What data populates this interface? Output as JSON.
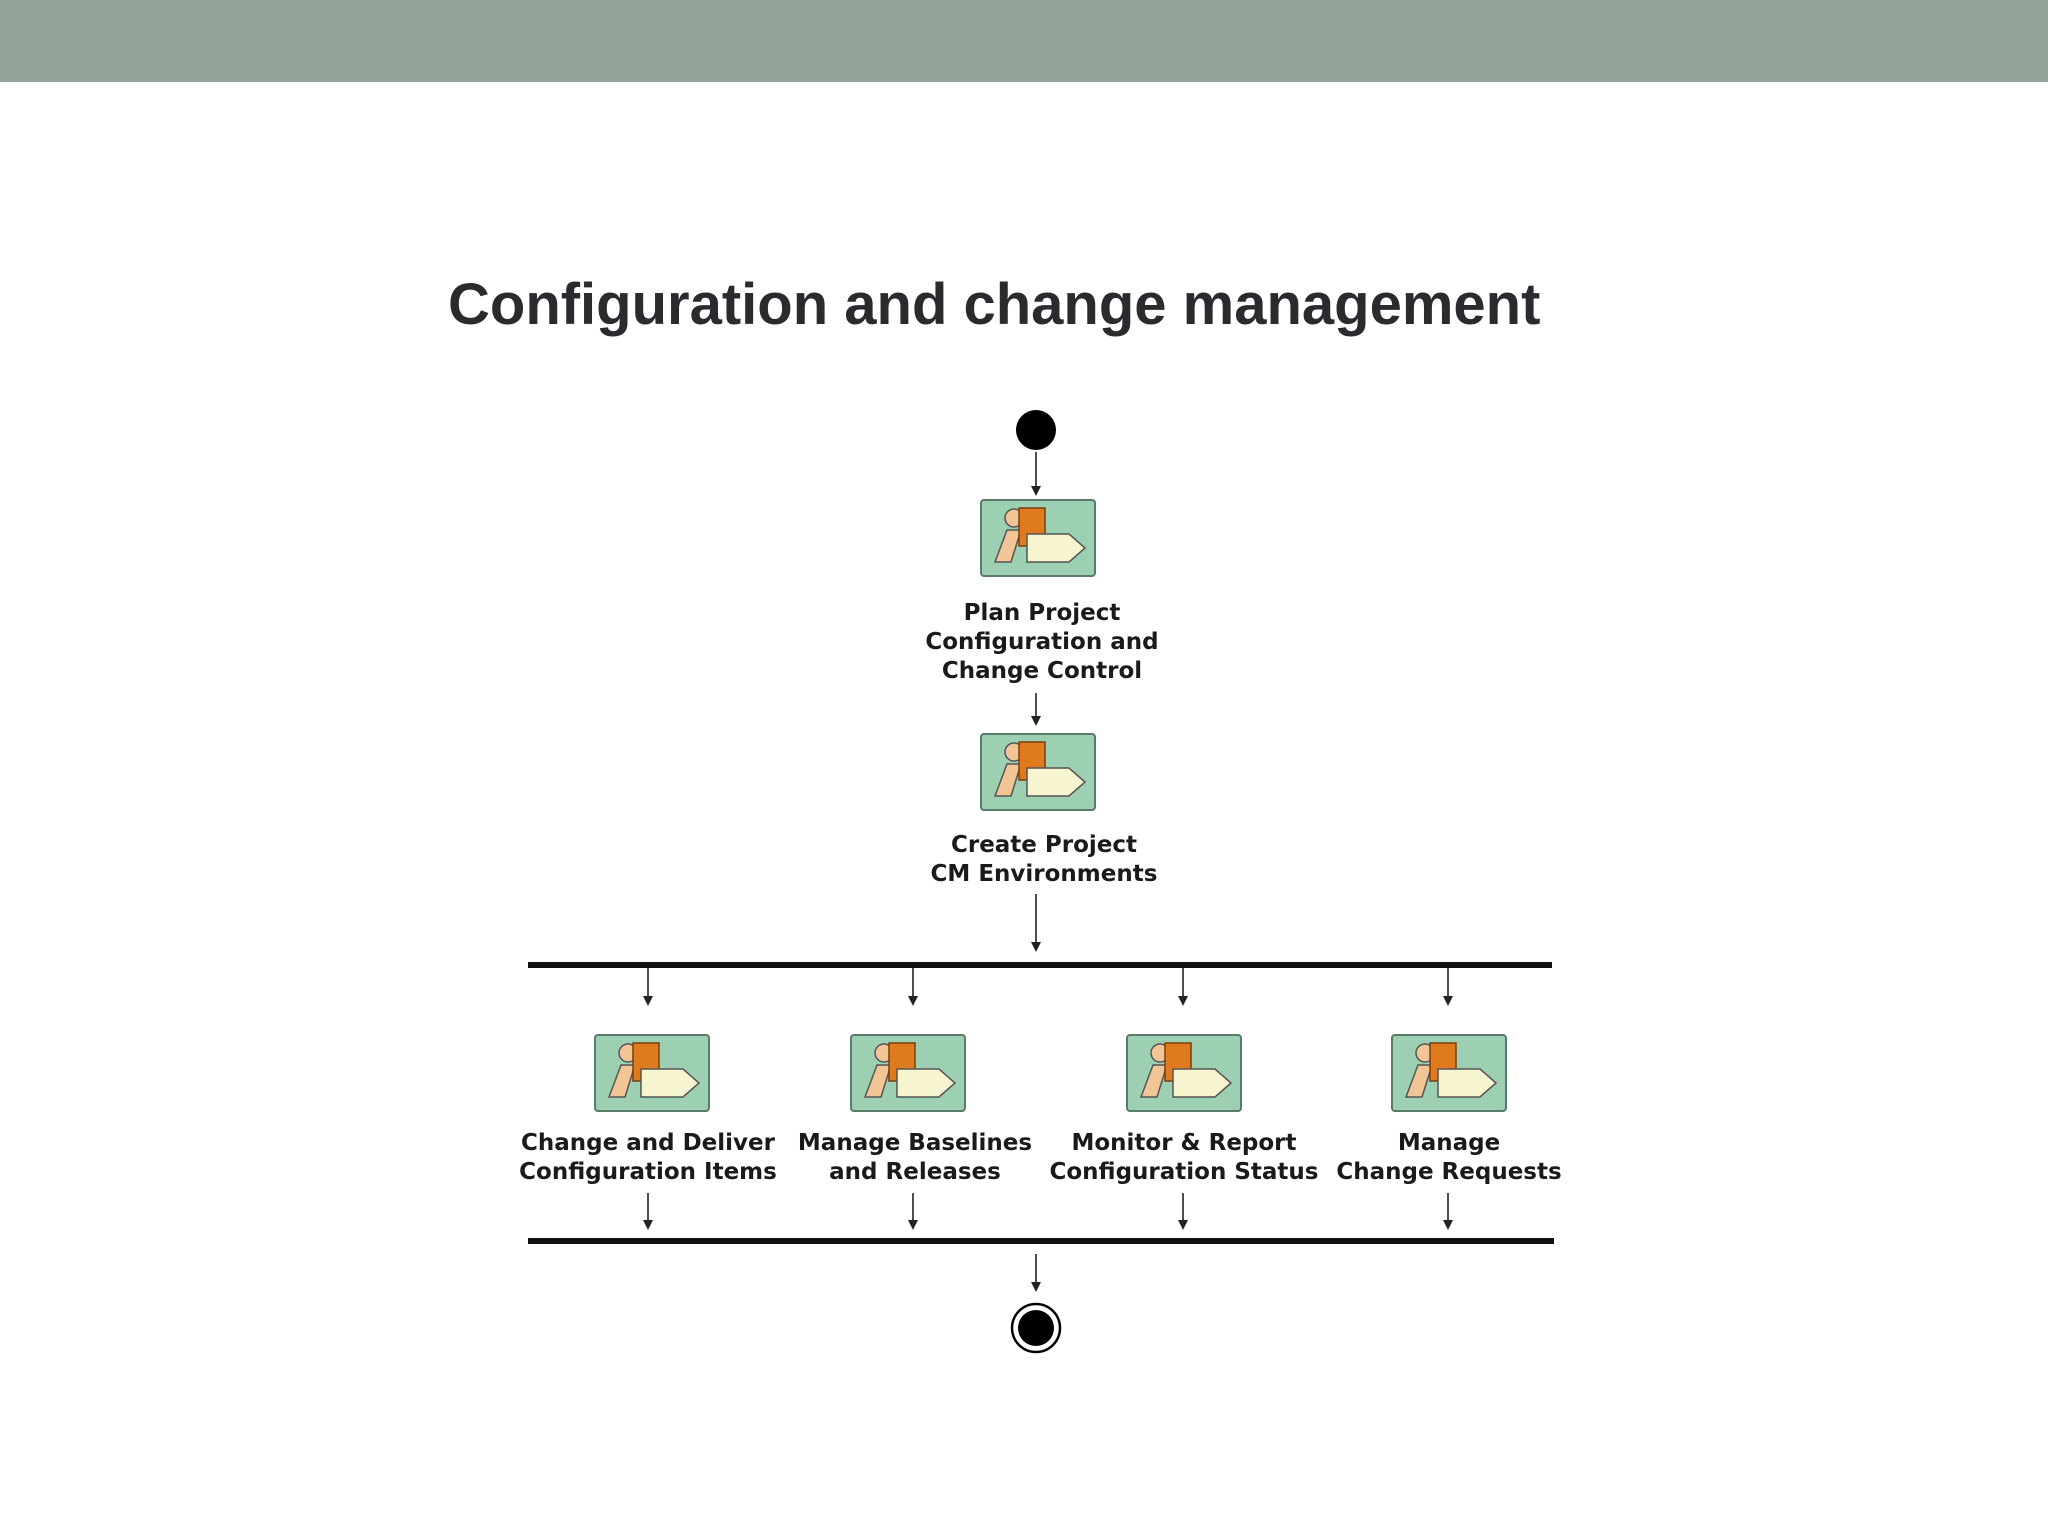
{
  "slide": {
    "title": "Configuration and change management",
    "band_color": "#93a39a"
  },
  "diagram": {
    "type": "activity-diagram",
    "icon": "activity-workflow-icon",
    "colors": {
      "icon_bg": "#9dcfb3",
      "icon_orange": "#e07a1f",
      "icon_peach": "#f2c596",
      "icon_cream": "#f7f5cf",
      "line": "#111111"
    },
    "activities": [
      {
        "id": "plan",
        "lines": [
          "Plan Project",
          "Configuration and",
          "Change Control"
        ]
      },
      {
        "id": "create",
        "lines": [
          "Create Project",
          "CM Environments"
        ]
      },
      {
        "id": "change-deliver",
        "lines": [
          "Change and Deliver",
          "Configuration Items"
        ]
      },
      {
        "id": "baselines",
        "lines": [
          "Manage Baselines",
          "and Releases"
        ]
      },
      {
        "id": "monitor",
        "lines": [
          "Monitor & Report",
          "Configuration Status"
        ]
      },
      {
        "id": "change-requests",
        "lines": [
          "Manage",
          "Change Requests"
        ]
      }
    ]
  }
}
